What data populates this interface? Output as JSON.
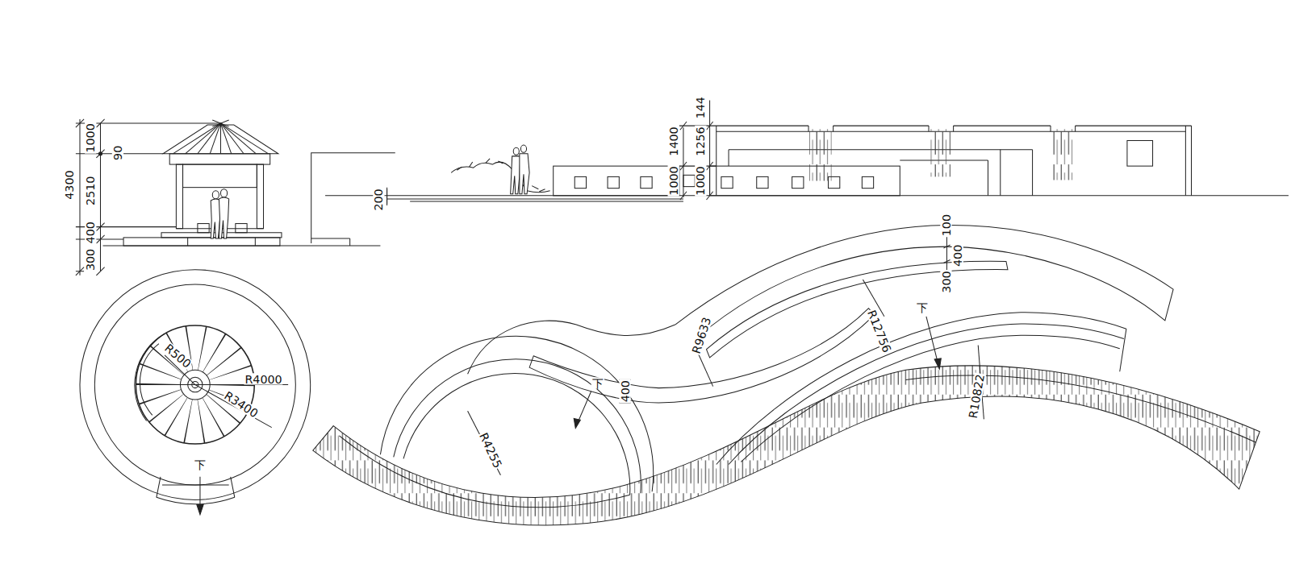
{
  "diagram": {
    "labels": [
      "1000",
      "90",
      "4300",
      "2510",
      "400",
      "300",
      "200",
      "144",
      "1400",
      "1256",
      "1000",
      "1000",
      "100",
      "400",
      "300",
      "R9633",
      "R12756",
      "下",
      "R10822",
      "下",
      "400",
      "R4255",
      "R500",
      "R4000",
      "R3400",
      "下"
    ]
  }
}
